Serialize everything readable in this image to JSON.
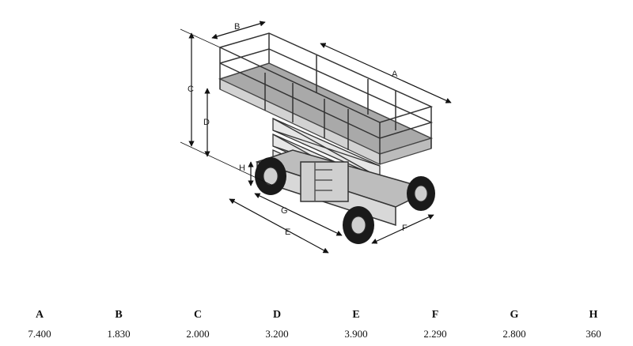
{
  "diagram": {
    "labels": {
      "a": "A",
      "b": "B",
      "c": "C",
      "d": "D",
      "e": "E",
      "f": "F",
      "g": "G",
      "h": "H"
    }
  },
  "dimensions": {
    "columns": [
      {
        "key": "A",
        "value": "7.400"
      },
      {
        "key": "B",
        "value": "1.830"
      },
      {
        "key": "C",
        "value": "2.000"
      },
      {
        "key": "D",
        "value": "3.200"
      },
      {
        "key": "E",
        "value": "3.900"
      },
      {
        "key": "F",
        "value": "2.290"
      },
      {
        "key": "G",
        "value": "2.800"
      },
      {
        "key": "H",
        "value": "360"
      }
    ]
  }
}
